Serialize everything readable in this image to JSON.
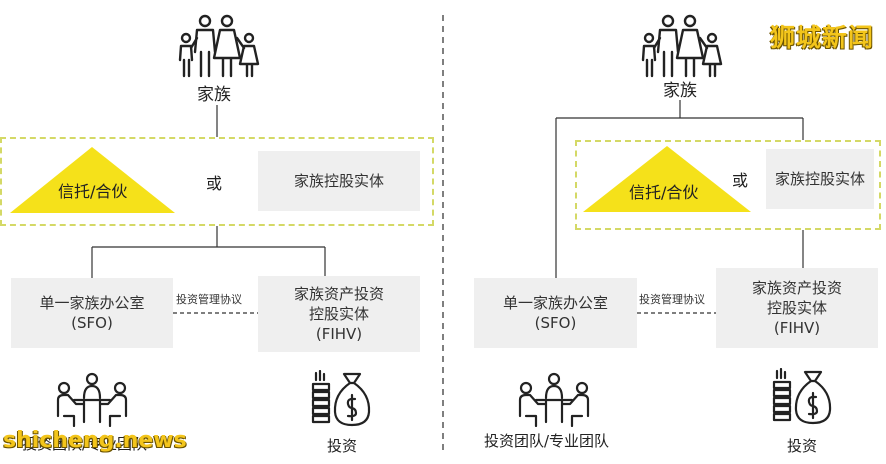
{
  "panels": [
    {
      "family_label": "家族",
      "trust_label": "信托/合伙",
      "or_label": "或",
      "holding_label": "家族控股实体",
      "sfo": {
        "line1": "单一家族办公室",
        "line2": "(SFO)"
      },
      "agreement_label": "投资管理协议",
      "fihv": {
        "line1": "家族资产投资",
        "line2": "控股实体",
        "line3": "(FIHV)"
      },
      "team_label": "投资团队/专业团队",
      "invest_label": "投资"
    },
    {
      "family_label": "家族",
      "trust_label": "信托/合伙",
      "or_label": "或",
      "holding_label": "家族控股实体",
      "sfo": {
        "line1": "单一家族办公室",
        "line2": "(SFO)"
      },
      "agreement_label": "投资管理协议",
      "fihv": {
        "line1": "家族资产投资",
        "line2": "控股实体",
        "line3": "(FIHV)"
      },
      "team_label": "投资团队/专业团队",
      "invest_label": "投资"
    }
  ],
  "watermarks": {
    "top_right": "狮城新闻",
    "bottom_left": "shicheng.news"
  },
  "icons": [
    "family-icon",
    "team-meeting-icon",
    "money-bag-icon"
  ],
  "colors": {
    "accent_yellow": "#f5e11a",
    "dash_yellow": "#d4d966",
    "box_gray": "#efefef",
    "line": "#333333"
  }
}
